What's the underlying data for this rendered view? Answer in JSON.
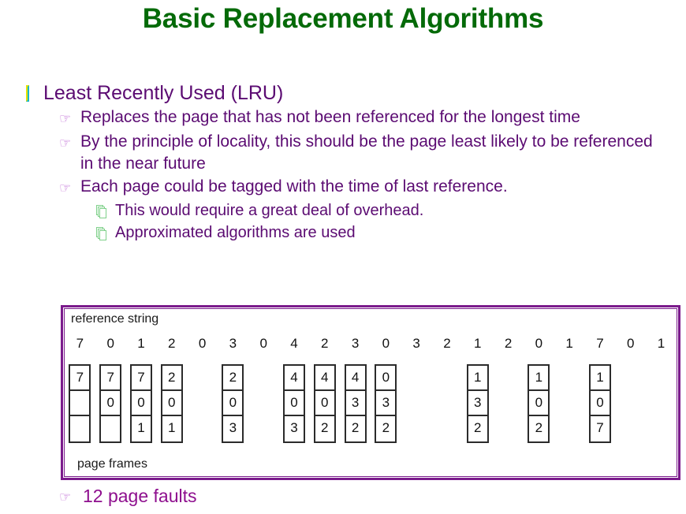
{
  "title": "Basic Replacement Algorithms",
  "colors": {
    "title_green": "#046A08",
    "body_purple": "#5B0B72",
    "marker_orchid": "#C06CD6",
    "box_border": "#7B1B8C",
    "footer_magenta": "#8E0F8E"
  },
  "bullets": {
    "level1": "Least Recently Used (LRU)",
    "level2": [
      "Replaces the page that has not been referenced for the longest time",
      "By the principle of locality, this should be the page least likely to be referenced in the near future",
      "Each page could be tagged with the time of last reference."
    ],
    "level3": [
      "This would require a great deal of overhead.",
      "Approximated algorithms are used"
    ]
  },
  "markers": {
    "level1_icon": "green-square-bullet",
    "level2_icon": "pointing-hand-bullet",
    "level2_glyph": "☞",
    "level3_icon": "stacked-pages-bullet"
  },
  "diagram": {
    "reference_label": "reference string",
    "frames_label": "page frames",
    "reference_string": [
      "7",
      "0",
      "1",
      "2",
      "0",
      "3",
      "0",
      "4",
      "2",
      "3",
      "0",
      "3",
      "2",
      "1",
      "2",
      "0",
      "1",
      "7",
      "0",
      "1"
    ],
    "columns": [
      [
        "7",
        "",
        ""
      ],
      [
        "7",
        "0",
        ""
      ],
      [
        "7",
        "0",
        "1"
      ],
      [
        "2",
        "0",
        "1"
      ],
      null,
      [
        "2",
        "0",
        "3"
      ],
      null,
      [
        "4",
        "0",
        "3"
      ],
      [
        "4",
        "0",
        "2"
      ],
      [
        "4",
        "3",
        "2"
      ],
      [
        "0",
        "3",
        "2"
      ],
      null,
      null,
      [
        "1",
        "3",
        "2"
      ],
      null,
      [
        "1",
        "0",
        "2"
      ],
      null,
      [
        "1",
        "0",
        "7"
      ],
      null,
      null
    ]
  },
  "footer": {
    "text": "12 page faults",
    "marker_glyph": "☞"
  }
}
